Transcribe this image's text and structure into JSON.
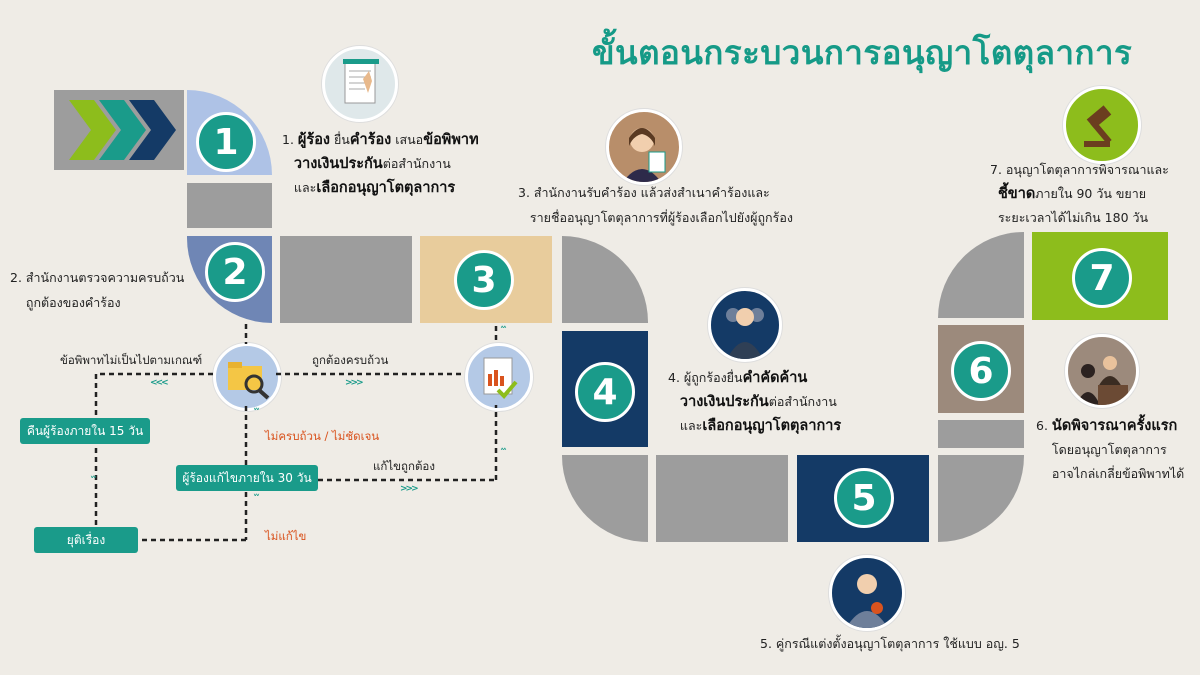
{
  "title": "ขั้นตอนกระบวนการอนุญาโตตุลาการ",
  "steps": {
    "s1": "1",
    "s2": "2",
    "s3": "3",
    "s4": "4",
    "s5": "5",
    "s6": "6",
    "s7": "7"
  },
  "texts": {
    "step1_a": "1. ",
    "step1_b": "ผู้ร้อง",
    "step1_c": " ยื่น",
    "step1_d": "คำร้อง",
    "step1_e": " เสนอ",
    "step1_f": "ข้อพิพาท",
    "step1_g": "วางเงินประกัน",
    "step1_h": "ต่อสำนักงาน",
    "step1_i": "และ",
    "step1_j": "เลือกอนุญาโตตุลาการ",
    "step2_a": "2. สำนักงานตรวจความครบถ้วน",
    "step2_b": "ถูกต้องของคำร้อง",
    "step3_a": "3. สำนักงานรับคำร้อง แล้วส่งสำเนาคำร้องและ",
    "step3_b": "รายชื่ออนุญาโตตุลาการที่ผู้ร้องเลือกไปยังผู้ถูกร้อง",
    "step4_a": "4. ผู้ถูกร้องยื่น",
    "step4_b": "คำคัดค้าน",
    "step4_c": "วางเงินประกัน",
    "step4_d": "ต่อสำนักงาน",
    "step4_e": "และ",
    "step4_f": "เลือกอนุญาโตตุลาการ",
    "step5": "5. คู่กรณีแต่งตั้งอนุญาโตตุลาการ ใช้แบบ อญ. 5",
    "step6_a": "6. ",
    "step6_b": "นัดพิจารณาครั้งแรก",
    "step6_c": "โดยอนุญาโตตุลาการ",
    "step6_d": "อาจไกล่เกลี่ยข้อพิพาทได้",
    "step7_a": "7. อนุญาโตตุลาการพิจารณาและ",
    "step7_b": "ชี้ขาด",
    "step7_c": "ภายใน 90 วัน ขยาย",
    "step7_d": "ระยะเวลาได้ไม่เกิน 180 วัน"
  },
  "flow": {
    "not_criteria": "ข้อพิพาทไม่เป็นไปตามเกณฑ์",
    "complete": "ถูกต้องครบถ้วน",
    "incomplete": "ไม่ครบถ้วน / ไม่ชัดเจน",
    "fixed": "แก้ไขถูกต้อง",
    "not_fixed": "ไม่แก้ไข",
    "return15": "คืนผู้ร้องภายใน 15 วัน",
    "fix30": "ผู้ร้องแก้ไขภายใน 30 วัน",
    "terminate": "ยุติเรื่อง"
  },
  "colors": {
    "teal": "#1a9b8a",
    "navy": "#143a66",
    "green": "#8dbd1c",
    "tan": "#e8cc9c",
    "taupe": "#9c8a7c",
    "lightblue": "#aec2e6",
    "steelblue": "#6f86b5",
    "grey": "#9d9d9d",
    "orange": "#d9531e"
  }
}
